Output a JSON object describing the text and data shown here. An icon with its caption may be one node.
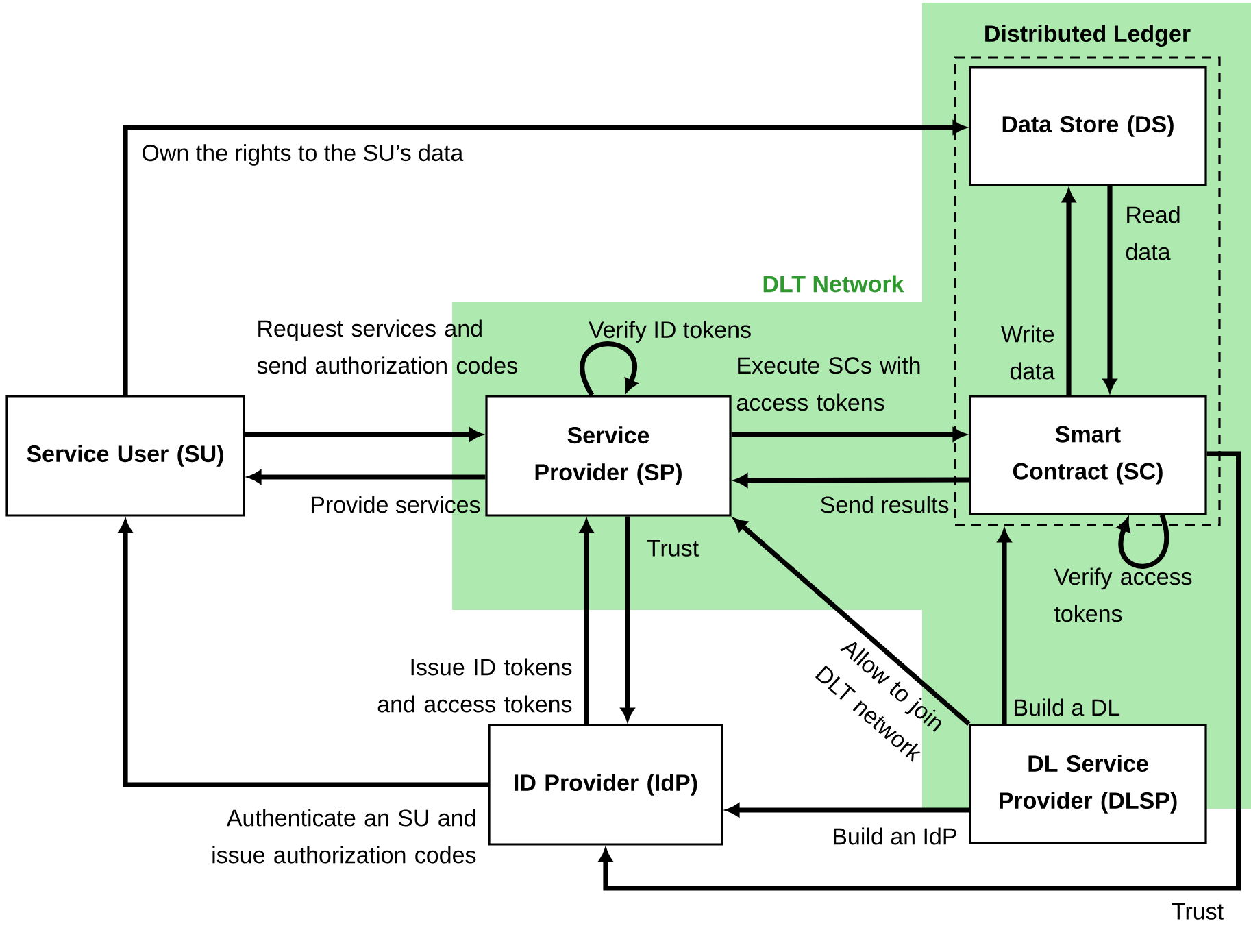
{
  "diagram": {
    "nodes": [
      {
        "text": [
          "DLT Network"
        ]
      },
      {
        "text": [
          "Distributed Ledger"
        ],
        "in": 0
      },
      {
        "text": [
          "Data Store (DS)"
        ],
        "in": 1
      },
      {
        "text": [
          "Service User (SU)"
        ]
      },
      {
        "text": [
          "Service Provider (SP)"
        ],
        "in": 0
      },
      {
        "text": [
          "Smart Contract (SC)"
        ],
        "in": 1
      },
      {
        "text": [
          "ID Provider (IdP)"
        ]
      },
      {
        "text": [
          "DL Service Provider (DLSP)"
        ],
        "in": 0
      }
    ],
    "edges": [
      {
        "from": 3,
        "to": 2,
        "arrow": "to",
        "label": "Own the rights to the SU’s data"
      },
      {
        "from": 3,
        "to": 4,
        "arrow": "to",
        "label": "Request services and send authorization codes"
      },
      {
        "from": 4,
        "to": 3,
        "arrow": "to",
        "label": "Provide services"
      },
      {
        "from": 4,
        "to": 4,
        "arrow": "to",
        "label": "Verify ID tokens"
      },
      {
        "from": 4,
        "to": 5,
        "arrow": "to",
        "label": "Execute SCs with access tokens"
      },
      {
        "from": 5,
        "to": 4,
        "arrow": "to",
        "label": "Send results"
      },
      {
        "from": 5,
        "to": 2,
        "arrow": "to",
        "label": "Write data"
      },
      {
        "from": 2,
        "to": 5,
        "arrow": "to",
        "label": "Read data"
      },
      {
        "from": 5,
        "to": 5,
        "arrow": "to",
        "label": "Verify access tokens"
      },
      {
        "from": 4,
        "to": 6,
        "arrow": "to",
        "label": "Trust"
      },
      {
        "from": 6,
        "to": 4,
        "arrow": "to",
        "label": "Issue ID tokens and access tokens"
      },
      {
        "from": 6,
        "to": 3,
        "arrow": "to",
        "label": "Authenticate an SU and issue authorization codes"
      },
      {
        "from": 7,
        "to": 4,
        "arrow": "to",
        "label": "Allow to join DLT network"
      },
      {
        "from": 7,
        "to": 1,
        "arrow": "to",
        "label": "Build a DL"
      },
      {
        "from": 7,
        "to": 6,
        "arrow": "to",
        "label": "Build an IdP"
      },
      {
        "from": 5,
        "to": 6,
        "arrow": "to",
        "label": "Trust"
      }
    ]
  }
}
